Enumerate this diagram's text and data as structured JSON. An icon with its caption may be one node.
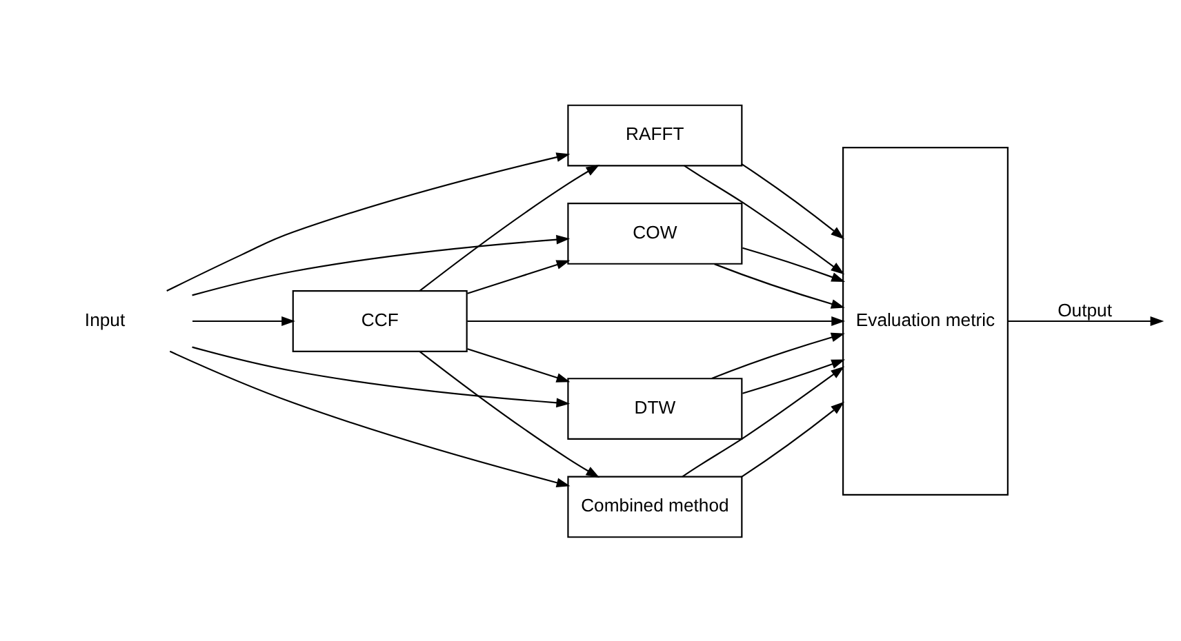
{
  "diagram": {
    "nodes": [
      {
        "text": [
          "Input"
        ]
      },
      {
        "text": [
          "CCF"
        ]
      },
      {
        "text": [
          "RAFFT"
        ]
      },
      {
        "text": [
          "COW"
        ]
      },
      {
        "text": [
          "DTW"
        ]
      },
      {
        "text": [
          "Combined method"
        ]
      },
      {
        "text": [
          "Evaluation metric"
        ]
      }
    ],
    "edges": [
      {
        "from": 0,
        "to": 1,
        "arrow": "to"
      },
      {
        "from": 1,
        "to": 6,
        "arrow": "to"
      },
      {
        "from": 1,
        "to": 2,
        "arrow": "to"
      },
      {
        "from": 0,
        "to": 2,
        "arrow": "to"
      },
      {
        "from": 1,
        "to": 3,
        "arrow": "to"
      },
      {
        "from": 0,
        "to": 3,
        "arrow": "to"
      },
      {
        "from": 1,
        "to": 4,
        "arrow": "to"
      },
      {
        "from": 0,
        "to": 4,
        "arrow": "to"
      },
      {
        "from": 1,
        "to": 5,
        "arrow": "to"
      },
      {
        "from": 0,
        "to": 5,
        "arrow": "to"
      },
      {
        "from": 2,
        "to": 6,
        "arrow": "to"
      },
      {
        "from": 2,
        "to": 6,
        "arrow": "to"
      },
      {
        "from": 3,
        "to": 6,
        "arrow": "to"
      },
      {
        "from": 3,
        "to": 6,
        "arrow": "to"
      },
      {
        "from": 4,
        "to": 6,
        "arrow": "to"
      },
      {
        "from": 4,
        "to": 6,
        "arrow": "to"
      },
      {
        "from": 5,
        "to": 6,
        "arrow": "to"
      },
      {
        "from": 5,
        "to": 6,
        "arrow": "to"
      },
      {
        "from": 6,
        "to": null,
        "arrow": "to",
        "label": "Output"
      }
    ]
  }
}
